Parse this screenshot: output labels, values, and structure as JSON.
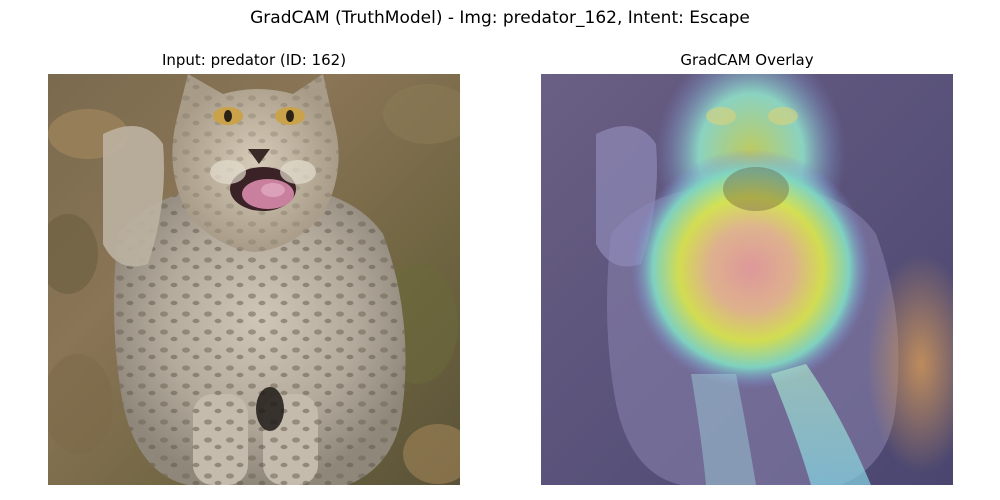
{
  "figure": {
    "suptitle": "GradCAM (TruthModel) - Img: predator_162, Intent: Escape"
  },
  "panels": [
    {
      "title": "Input: predator (ID: 162)"
    },
    {
      "title": "GradCAM Overlay"
    }
  ],
  "colors": {
    "background": "#ffffff",
    "heatmap_low": "#3b3b9a",
    "heatmap_mid": "#d8e84a",
    "heatmap_high": "#e8a0a0"
  }
}
